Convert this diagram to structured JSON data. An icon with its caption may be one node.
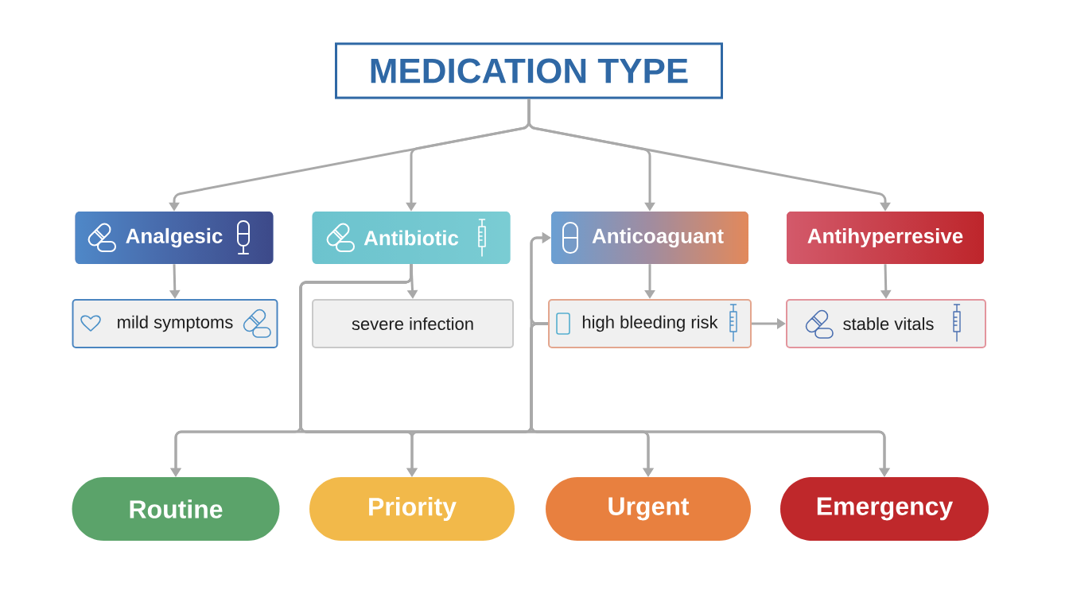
{
  "diagram": {
    "nodes": [
      {
        "text": [
          "MEDICATION TYPE"
        ]
      },
      {
        "text": [
          "Analgesic"
        ]
      },
      {
        "text": [
          "Antibiotic"
        ]
      },
      {
        "text": [
          "Anticoaguant"
        ]
      },
      {
        "text": [
          "Antihyperresive"
        ]
      },
      {
        "text": [
          "mild symptoms"
        ]
      },
      {
        "text": [
          "severe infection"
        ]
      },
      {
        "text": [
          "high bleeding risk"
        ]
      },
      {
        "text": [
          "stable vitals"
        ]
      },
      {
        "text": [
          "Routine"
        ]
      },
      {
        "text": [
          "Priority"
        ]
      },
      {
        "text": [
          "Urgent"
        ]
      },
      {
        "text": [
          "Emergency"
        ]
      }
    ],
    "edges": [
      {
        "from": 0,
        "to": 1,
        "arrow": "to"
      },
      {
        "from": 0,
        "to": 2,
        "arrow": "to"
      },
      {
        "from": 0,
        "to": 3,
        "arrow": "to"
      },
      {
        "from": 0,
        "to": 4,
        "arrow": "to"
      },
      {
        "from": 1,
        "to": 5,
        "arrow": "to"
      },
      {
        "from": 2,
        "to": 6,
        "arrow": "to"
      },
      {
        "from": 3,
        "to": 7,
        "arrow": "to"
      },
      {
        "from": 4,
        "to": 8,
        "arrow": "to"
      },
      {
        "from": 7,
        "to": 8,
        "arrow": "to"
      },
      {
        "from": 2,
        "to": 9,
        "arrow": "to"
      },
      {
        "from": 2,
        "to": 10,
        "arrow": "to"
      },
      {
        "from": 2,
        "to": 11,
        "arrow": "to"
      },
      {
        "from": 2,
        "to": 12,
        "arrow": "to"
      },
      {
        "from": 2,
        "to": 3,
        "arrow": "to"
      },
      {
        "from": 7,
        "to": 3,
        "arrow": "to"
      },
      {
        "from": 7,
        "to": 9,
        "arrow": "to"
      },
      {
        "from": 7,
        "to": 10,
        "arrow": "to"
      },
      {
        "from": 7,
        "to": 11,
        "arrow": "to"
      },
      {
        "from": 7,
        "to": 12,
        "arrow": "to"
      }
    ]
  }
}
